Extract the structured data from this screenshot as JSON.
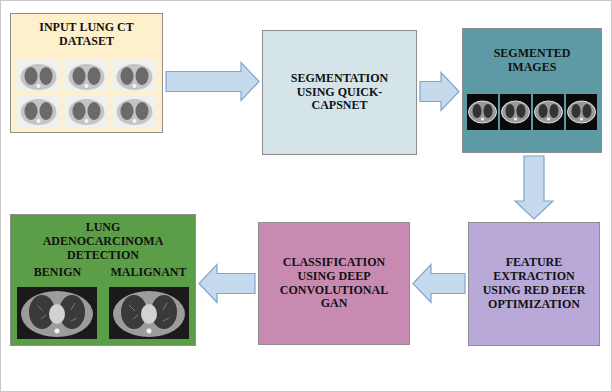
{
  "diagram": {
    "nodes": [
      {
        "text": [
          "INPUT LUNG CT DATASET"
        ]
      },
      {
        "text": [
          "SEGMENTATION USING QUICK-CAPSNET"
        ]
      },
      {
        "text": [
          "SEGMENTED IMAGES"
        ]
      },
      {
        "text": [
          "FEATURE EXTRACTION USING RED DEER OPTIMIZATION"
        ]
      },
      {
        "text": [
          "CLASSIFICATION USING DEEP CONVOLUTIONAL GAN"
        ]
      },
      {
        "text": [
          "LUNG ADENOCARCINOMA DETECTION",
          "BENIGN",
          "MALIGNANT"
        ]
      }
    ],
    "edges": [
      {
        "from": 0,
        "to": 1,
        "arrow": "to"
      },
      {
        "from": 1,
        "to": 2,
        "arrow": "to"
      },
      {
        "from": 2,
        "to": 3,
        "arrow": "to"
      },
      {
        "from": 3,
        "to": 4,
        "arrow": "to"
      },
      {
        "from": 4,
        "to": 5,
        "arrow": "to"
      }
    ]
  }
}
